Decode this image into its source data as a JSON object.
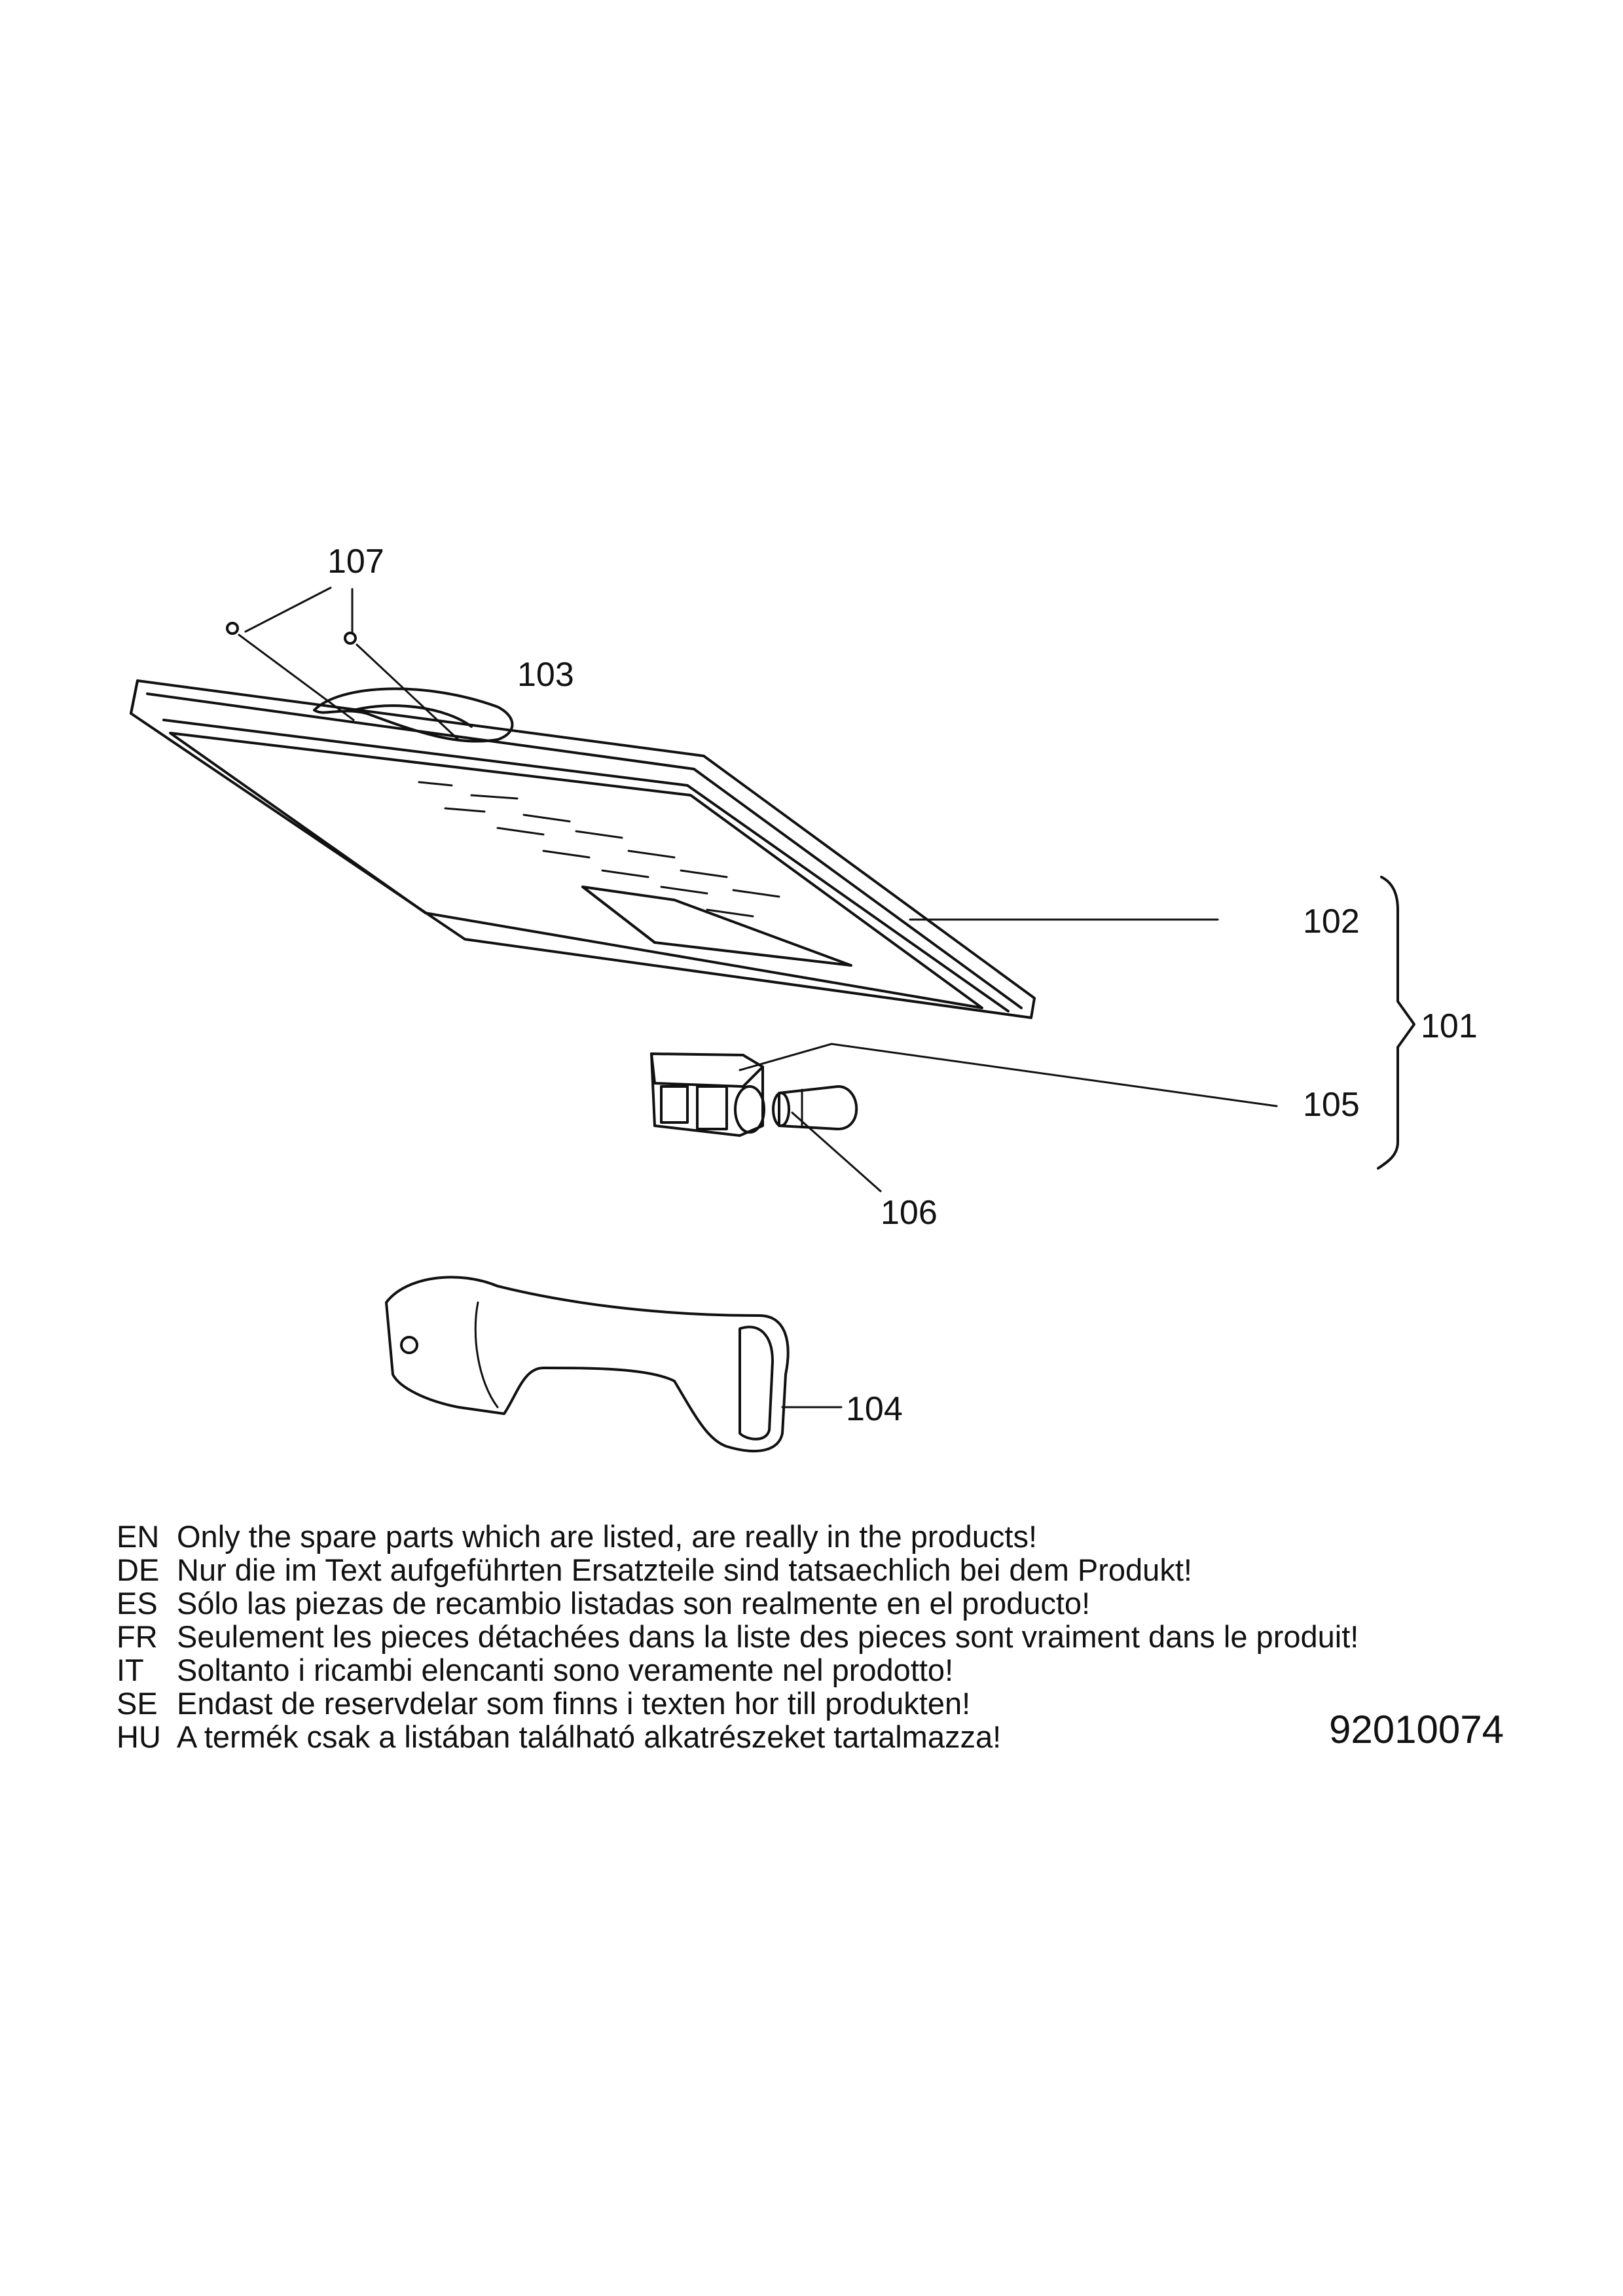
{
  "callouts": {
    "c101": "101",
    "c102": "102",
    "c103": "103",
    "c104": "104",
    "c105": "105",
    "c106": "106",
    "c107": "107"
  },
  "notes": [
    {
      "lang": "EN",
      "text": "Only the spare parts which are listed, are really in the products!"
    },
    {
      "lang": "DE",
      "text": "Nur die im Text aufgeführten Ersatzteile sind tatsaechlich bei dem Produkt!"
    },
    {
      "lang": "ES",
      "text": "Sólo las piezas de recambio  listadas son realmente en el producto!"
    },
    {
      "lang": "FR",
      "text": "Seulement les pieces détachées dans la liste des pieces sont vraiment dans le produit!"
    },
    {
      "lang": "IT",
      "text": "Soltanto i ricambi elencanti sono veramente nel prodotto!"
    },
    {
      "lang": "SE",
      "text": "Endast de reservdelar som finns i texten hor till produkten!"
    },
    {
      "lang": "HU",
      "text": "A termék csak a listában található alkatrészeket tartalmazza!"
    }
  ],
  "document_number": "92010074"
}
